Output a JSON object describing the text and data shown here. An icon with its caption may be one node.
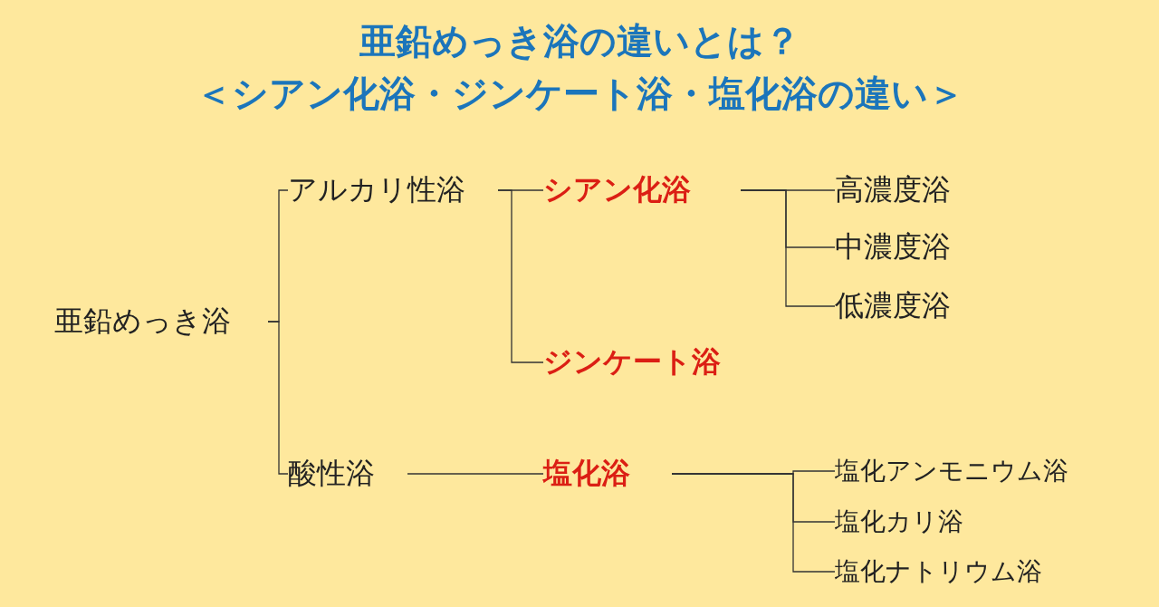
{
  "diagram": {
    "title": "亜鉛めっき浴の違いとは？",
    "labels": [
      "＜シアン化浴・ジンケート浴・塩化浴の違い＞"
    ],
    "nodes": [
      {
        "text": [
          "亜鉛めっき浴"
        ]
      },
      {
        "text": [
          "アルカリ性浴"
        ]
      },
      {
        "text": [
          "酸性浴"
        ]
      },
      {
        "text": [
          "シアン化浴"
        ]
      },
      {
        "text": [
          "ジンケート浴"
        ]
      },
      {
        "text": [
          "塩化浴"
        ]
      },
      {
        "text": [
          "高濃度浴"
        ]
      },
      {
        "text": [
          "中濃度浴"
        ]
      },
      {
        "text": [
          "低濃度浴"
        ]
      },
      {
        "text": [
          "塩化アンモニウム浴"
        ]
      },
      {
        "text": [
          "塩化カリ浴"
        ]
      },
      {
        "text": [
          "塩化ナトリウム浴"
        ]
      }
    ],
    "edges": [
      {
        "from": 0,
        "to": 1,
        "arrow": "none"
      },
      {
        "from": 0,
        "to": 2,
        "arrow": "none"
      },
      {
        "from": 1,
        "to": 3,
        "arrow": "none"
      },
      {
        "from": 1,
        "to": 4,
        "arrow": "none"
      },
      {
        "from": 2,
        "to": 5,
        "arrow": "none"
      },
      {
        "from": 3,
        "to": 6,
        "arrow": "none"
      },
      {
        "from": 3,
        "to": 7,
        "arrow": "none"
      },
      {
        "from": 3,
        "to": 8,
        "arrow": "none"
      },
      {
        "from": 5,
        "to": 9,
        "arrow": "none"
      },
      {
        "from": 5,
        "to": 10,
        "arrow": "none"
      },
      {
        "from": 5,
        "to": 11,
        "arrow": "none"
      }
    ]
  }
}
